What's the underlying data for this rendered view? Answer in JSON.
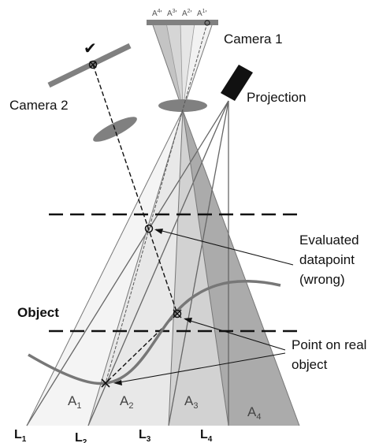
{
  "labels": {
    "camera1": "Camera 1",
    "camera2": "Camera 2",
    "projection": "Projection",
    "object": "Object",
    "evaluated_line1": "Evaluated",
    "evaluated_line2": "datapoint",
    "evaluated_line3": "(wrong)",
    "point_line1": "Point on real",
    "point_line2": "object",
    "check_mark": "✔"
  },
  "sensor_labels": [
    "A",
    "A",
    "A",
    "A"
  ],
  "sensor_subs": [
    "4",
    "3",
    "2",
    "1"
  ],
  "sensor_prime": "'",
  "regions": [
    {
      "letter": "A",
      "sub": "1"
    },
    {
      "letter": "A",
      "sub": "2"
    },
    {
      "letter": "A",
      "sub": "3"
    },
    {
      "letter": "A",
      "sub": "4"
    }
  ],
  "lines": [
    {
      "letter": "L",
      "sub": "1"
    },
    {
      "letter": "L",
      "sub": "2"
    },
    {
      "letter": "L",
      "sub": "3"
    },
    {
      "letter": "L",
      "sub": "4"
    }
  ],
  "colors": {
    "region1": "#f4f4f4",
    "region2": "#e6e6e6",
    "region3": "#cfcfcf",
    "region4": "#a9a9a9",
    "gray_element": "#808080",
    "ray": "#666666",
    "object_curve": "#777777"
  }
}
